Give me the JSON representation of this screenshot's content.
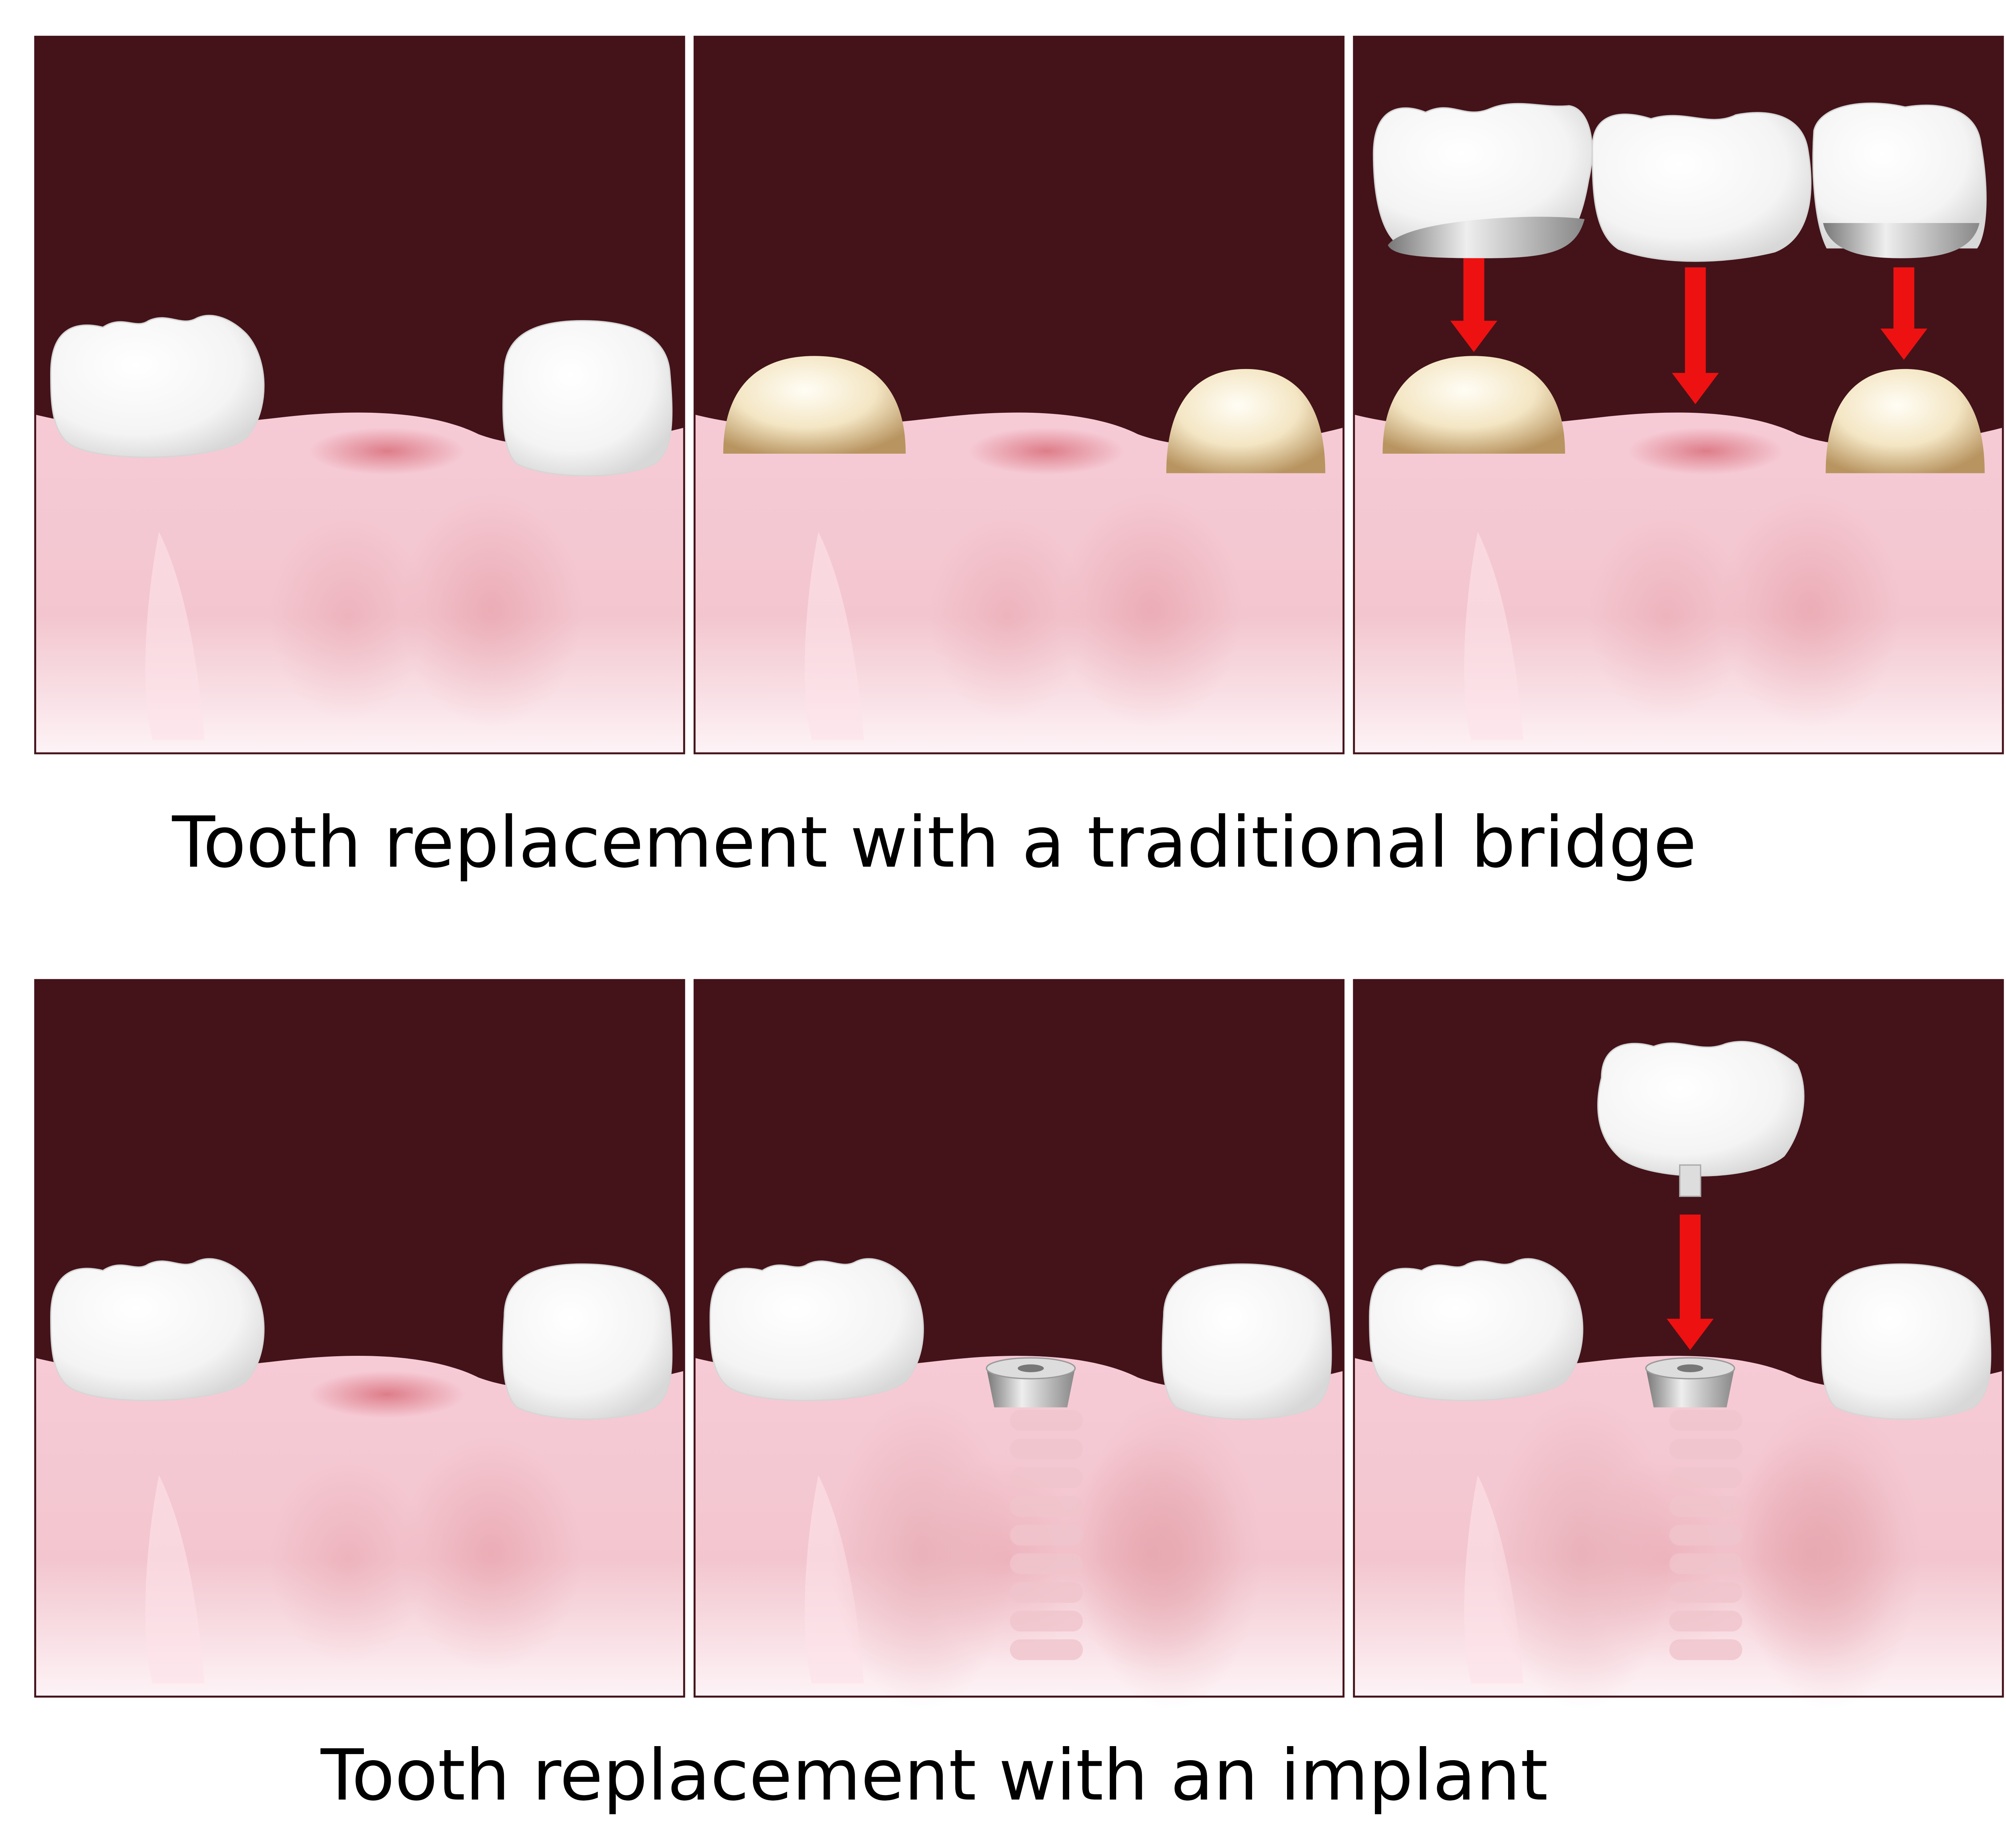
{
  "titles": {
    "bridge": "Tooth replacement with a traditional bridge",
    "implant": "Tooth replacement with an implant"
  },
  "colors": {
    "background": "#431319",
    "gum": "#f5cdd8",
    "gum_light": "#fbeff3",
    "tooth": "#ffffff",
    "prepared_tooth": "#d9b98a",
    "arrow": "#ee1111",
    "metal": "#a8a8a8"
  },
  "panels": [
    {
      "row": "bridge",
      "step": 1,
      "content": "gap"
    },
    {
      "row": "bridge",
      "step": 2,
      "content": "prepared"
    },
    {
      "row": "bridge",
      "step": 3,
      "content": "bridge-placement"
    },
    {
      "row": "implant",
      "step": 1,
      "content": "gap"
    },
    {
      "row": "implant",
      "step": 2,
      "content": "implant"
    },
    {
      "row": "implant",
      "step": 3,
      "content": "implant-crown-placement"
    }
  ]
}
